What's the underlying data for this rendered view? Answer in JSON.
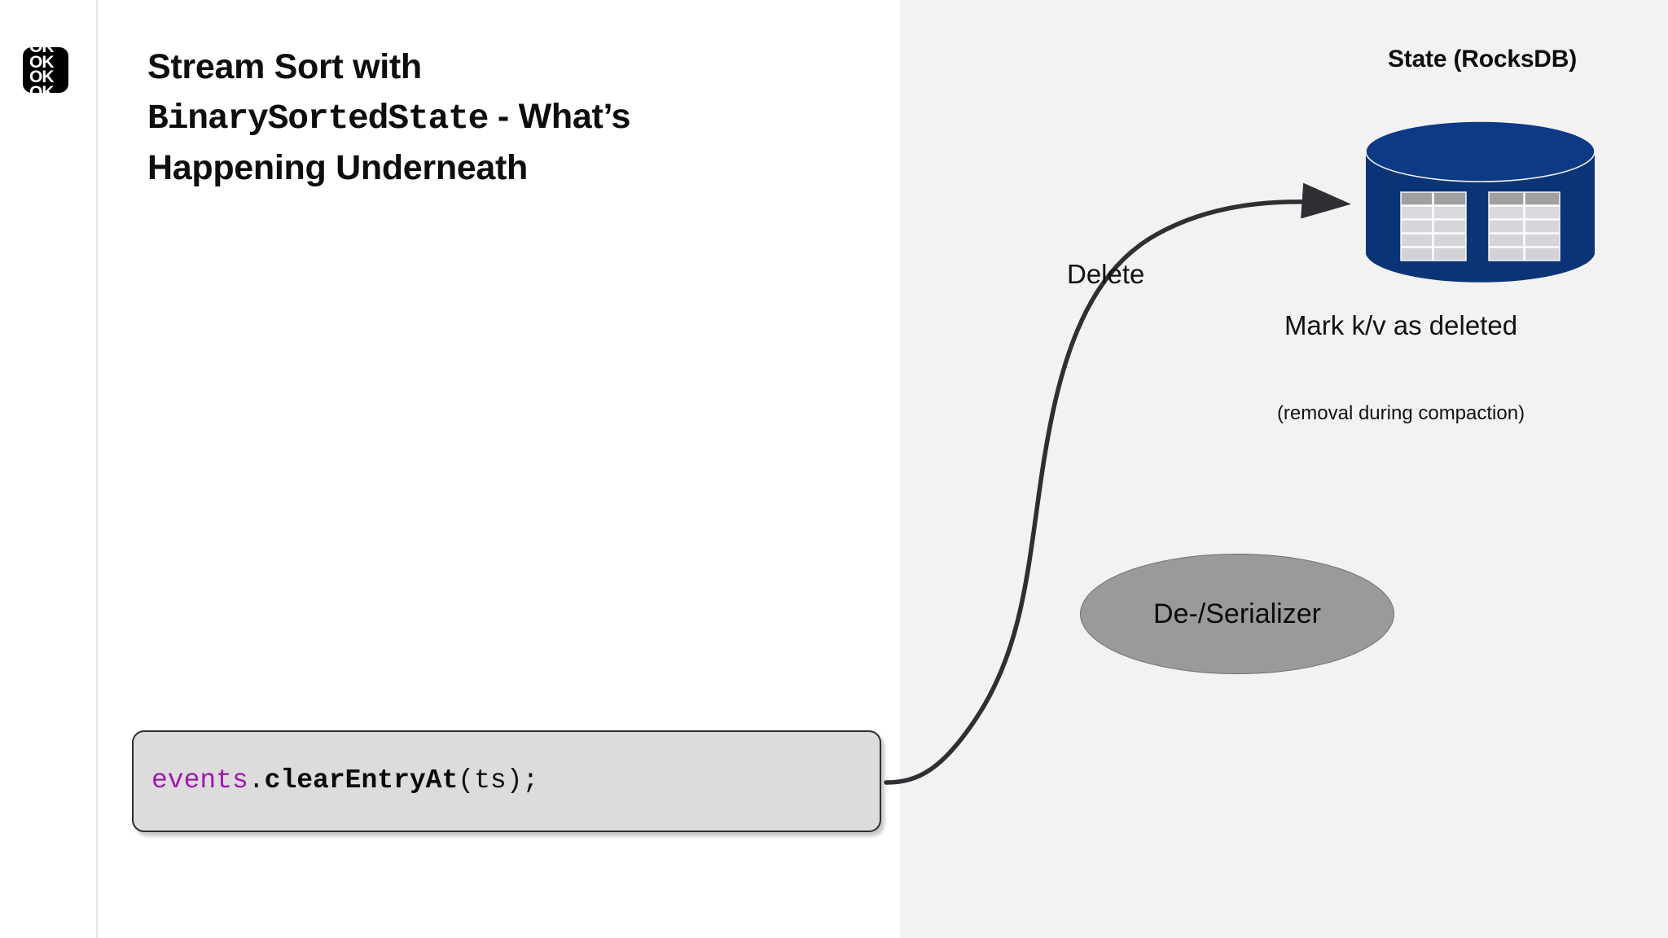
{
  "slide": {
    "background": "#ffffff",
    "panel_background": "#f2f2f2"
  },
  "logo": {
    "name": "okokok-logo",
    "text_lines": "OK\nOK\nOK\nOK",
    "background": "#000000",
    "foreground": "#ffffff"
  },
  "title": {
    "line1_plain": "Stream Sort with",
    "line2_mono": "BinarySortedState",
    "line2_plain": " - What’s",
    "line3_plain": "Happening Underneath",
    "full_text": "Stream Sort with BinarySortedState - What’s Happening Underneath",
    "color": "#0d0d0d"
  },
  "code_block": {
    "identifier": "events",
    "dot": ".",
    "method": "clearEntryAt",
    "args": "(ts);",
    "full_text": "events.clearEntryAt(ts);",
    "identifier_color": "#A117B0",
    "text_color": "#111111",
    "background": "#dcdcdc",
    "border_color": "#2e2e2e"
  },
  "arrow": {
    "label": "Delete",
    "color": "#2e2e33",
    "direction": "code-block-to-state"
  },
  "state": {
    "heading": "State (RocksDB)",
    "cylinder_color": "#0b3478",
    "cylinder_top_color": "#0c3a85",
    "caption": "Mark k/v as deleted",
    "subcaption": "(removal during compaction)",
    "tables": [
      {
        "header_cells": [
          "",
          ""
        ],
        "rows": [
          [
            "",
            ""
          ],
          [
            "",
            ""
          ],
          [
            "",
            ""
          ],
          [
            "",
            ""
          ]
        ],
        "header_color": "#a0a0a0",
        "cell_color": "#d8d8dc"
      },
      {
        "header_cells": [
          "",
          ""
        ],
        "rows": [
          [
            "",
            ""
          ],
          [
            "",
            ""
          ],
          [
            "",
            ""
          ],
          [
            "",
            ""
          ]
        ],
        "header_color": "#a0a0a0",
        "cell_color": "#d8d8dc"
      }
    ]
  },
  "serializer": {
    "label": "De-/Serializer",
    "fill": "#9a9a9a",
    "stroke": "#6f6f6f"
  }
}
